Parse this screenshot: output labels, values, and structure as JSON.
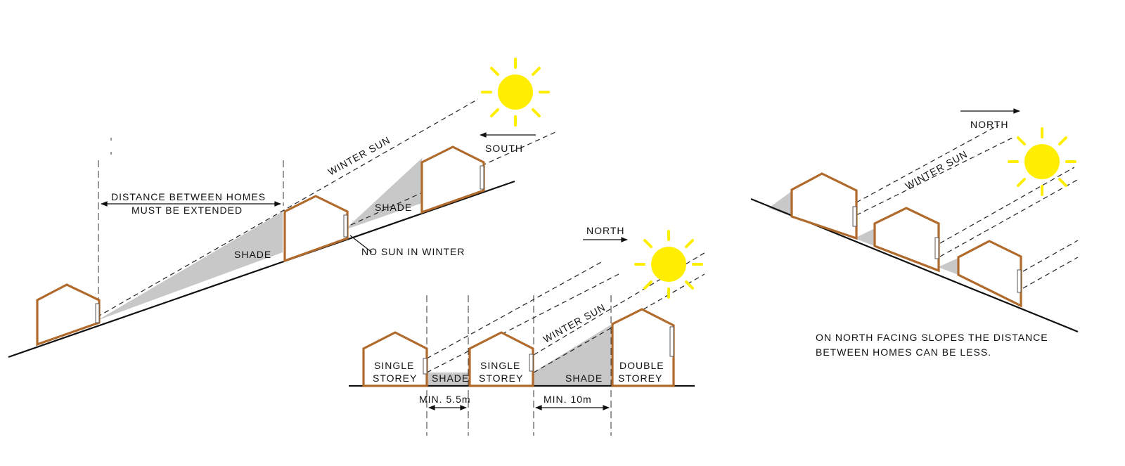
{
  "left_diagram": {
    "winter_sun": "WINTER SUN",
    "direction": "SOUTH",
    "distance_line1": "DISTANCE BETWEEN HOMES",
    "distance_line2": "MUST BE EXTENDED",
    "shade_upper": "SHADE",
    "shade_lower": "SHADE",
    "no_sun": "NO SUN IN WINTER"
  },
  "middle_diagram": {
    "direction": "NORTH",
    "winter_sun": "WINTER SUN",
    "house1_line1": "SINGLE",
    "house1_line2": "STOREY",
    "house2_line1": "SINGLE",
    "house2_line2": "STOREY",
    "house3_line1": "DOUBLE",
    "house3_line2": "STOREY",
    "shade1": "SHADE",
    "shade2": "SHADE",
    "dim1": "MIN. 5.5m",
    "dim2": "MIN. 10m"
  },
  "right_diagram": {
    "direction": "NORTH",
    "winter_sun": "WINTER SUN",
    "note_line1": "ON NORTH FACING SLOPES THE DISTANCE",
    "note_line2": "BETWEEN HOMES CAN BE LESS."
  },
  "colors": {
    "sun": "#ffee00",
    "house_outline": "#b06a2c",
    "shade": "#c8c8c8"
  }
}
